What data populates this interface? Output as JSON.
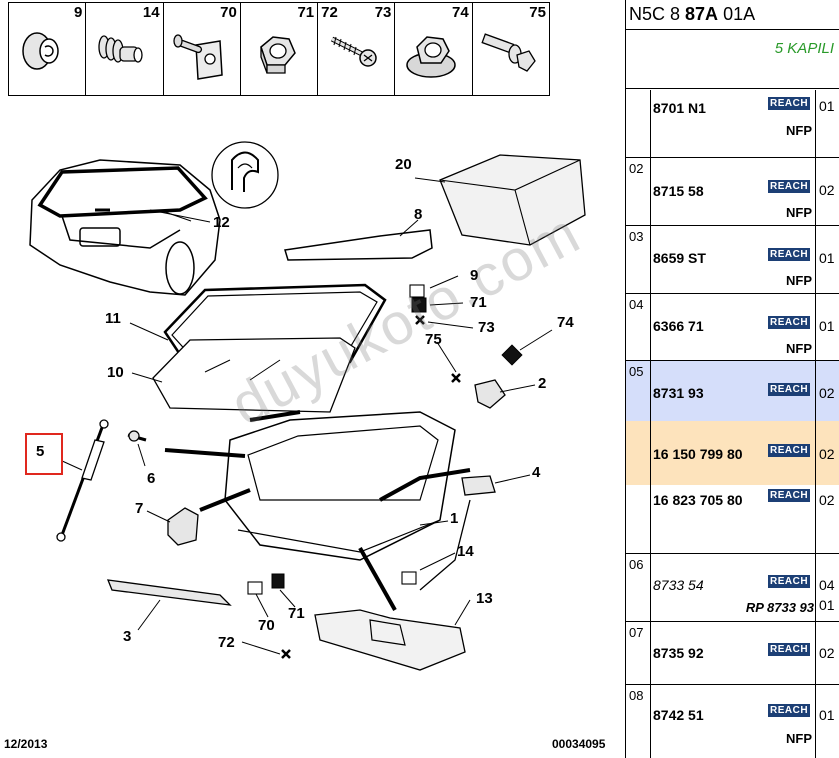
{
  "header_parts": [
    {
      "num": "9",
      "icon": "plug-icon"
    },
    {
      "num": "14",
      "icon": "ribbed-clip-icon"
    },
    {
      "num": "70",
      "icon": "bracket-pin-icon"
    },
    {
      "num": "71",
      "icon": "hex-nut-icon"
    },
    {
      "num": "72",
      "num2": "73",
      "icon": "screw-icon"
    },
    {
      "num": "74",
      "icon": "flange-nut-icon"
    },
    {
      "num": "75",
      "icon": "bolt-washer-icon"
    }
  ],
  "callouts": {
    "c1": "1",
    "c2": "2",
    "c3": "3",
    "c4": "4",
    "c5": "5",
    "c6": "6",
    "c7": "7",
    "c8": "8",
    "c9": "9",
    "c10": "10",
    "c11": "11",
    "c12": "12",
    "c13": "13",
    "c14": "14",
    "c20": "20",
    "c70": "70",
    "c71a": "71",
    "c71b": "71",
    "c72": "72",
    "c73": "73",
    "c74": "74",
    "c75": "75"
  },
  "footer": {
    "date": "12/2013",
    "code": "00034095"
  },
  "watermark": "duyukoto.com",
  "panel": {
    "title_pre": "N5C 8 ",
    "title_bold": "87A",
    "title_post": " 01A",
    "note": "5 KAPILI",
    "badge_label": "REACH",
    "rows": [
      {
        "seq": "",
        "ref": "8701 N1",
        "qty": "01",
        "sub": "NFP"
      },
      {
        "seq": "02",
        "ref": "8715 58",
        "qty": "02",
        "sub": "NFP"
      },
      {
        "seq": "03",
        "ref": "8659 ST",
        "qty": "01",
        "sub": "NFP"
      },
      {
        "seq": "04",
        "ref": "6366 71",
        "qty": "01",
        "sub": "NFP"
      },
      {
        "seq": "05",
        "ref": "8731 93",
        "qty": "02",
        "sub": ""
      },
      {
        "seq": "",
        "ref": "16 150 799 80",
        "qty": "02",
        "sub": ""
      },
      {
        "seq": "",
        "ref": "16 823 705 80",
        "qty": "02",
        "sub": ""
      },
      {
        "seq": "06",
        "ref": "8733 54",
        "qty": "04",
        "sub": "RP 8733 93",
        "qty2": "01"
      },
      {
        "seq": "07",
        "ref": "8735 92",
        "qty": "02",
        "sub": ""
      },
      {
        "seq": "08",
        "ref": "8742 51",
        "qty": "01",
        "sub": "NFP"
      }
    ]
  },
  "colors": {
    "highlight_box": "#e0281e",
    "reach_badge": "#1c3f75",
    "note_green": "#2a9a2a",
    "row_blue": "#d5defa",
    "row_orange": "#fde3bc"
  }
}
